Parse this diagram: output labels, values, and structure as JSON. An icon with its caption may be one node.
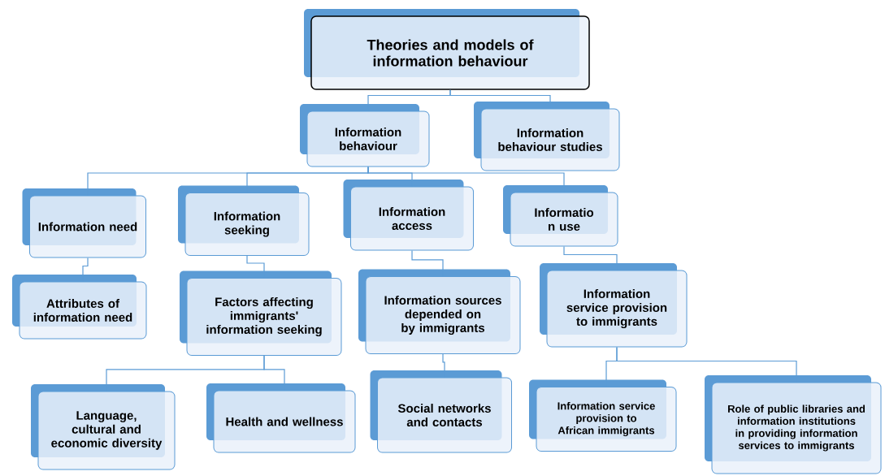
{
  "diagram": {
    "nodes": [
      {
        "text": [
          "Theories and models of information behaviour"
        ]
      },
      {
        "text": [
          "Information behaviour"
        ]
      },
      {
        "text": [
          "Information behaviour studies"
        ]
      },
      {
        "text": [
          "Information need"
        ]
      },
      {
        "text": [
          "Information seeking"
        ]
      },
      {
        "text": [
          "Information access"
        ]
      },
      {
        "text": [
          "Informatio n use"
        ]
      },
      {
        "text": [
          "Attributes of information need"
        ]
      },
      {
        "text": [
          "Factors affecting immigrants' information seeking"
        ]
      },
      {
        "text": [
          "Information sources depended on by immigrants"
        ]
      },
      {
        "text": [
          "Information service provision to immigrants"
        ]
      },
      {
        "text": [
          "Language, cultural and economic diversity"
        ]
      },
      {
        "text": [
          "Health and wellness"
        ]
      },
      {
        "text": [
          "Social networks and contacts"
        ]
      },
      {
        "text": [
          "Information service provision to African immigrants"
        ]
      },
      {
        "text": [
          "Role of public libraries and information institutions in providing information services to immigrants"
        ]
      }
    ],
    "edges": [
      {
        "from": 0,
        "to": 1,
        "arrow": "none"
      },
      {
        "from": 0,
        "to": 2,
        "arrow": "none"
      },
      {
        "from": 1,
        "to": 3,
        "arrow": "none"
      },
      {
        "from": 1,
        "to": 4,
        "arrow": "none"
      },
      {
        "from": 1,
        "to": 5,
        "arrow": "none"
      },
      {
        "from": 1,
        "to": 6,
        "arrow": "none"
      },
      {
        "from": 3,
        "to": 7,
        "arrow": "none"
      },
      {
        "from": 4,
        "to": 8,
        "arrow": "none"
      },
      {
        "from": 5,
        "to": 9,
        "arrow": "none"
      },
      {
        "from": 6,
        "to": 10,
        "arrow": "none"
      },
      {
        "from": 8,
        "to": 11,
        "arrow": "none"
      },
      {
        "from": 8,
        "to": 12,
        "arrow": "none"
      },
      {
        "from": 9,
        "to": 13,
        "arrow": "none"
      },
      {
        "from": 10,
        "to": 14,
        "arrow": "none"
      },
      {
        "from": 10,
        "to": 15,
        "arrow": "none"
      }
    ]
  }
}
